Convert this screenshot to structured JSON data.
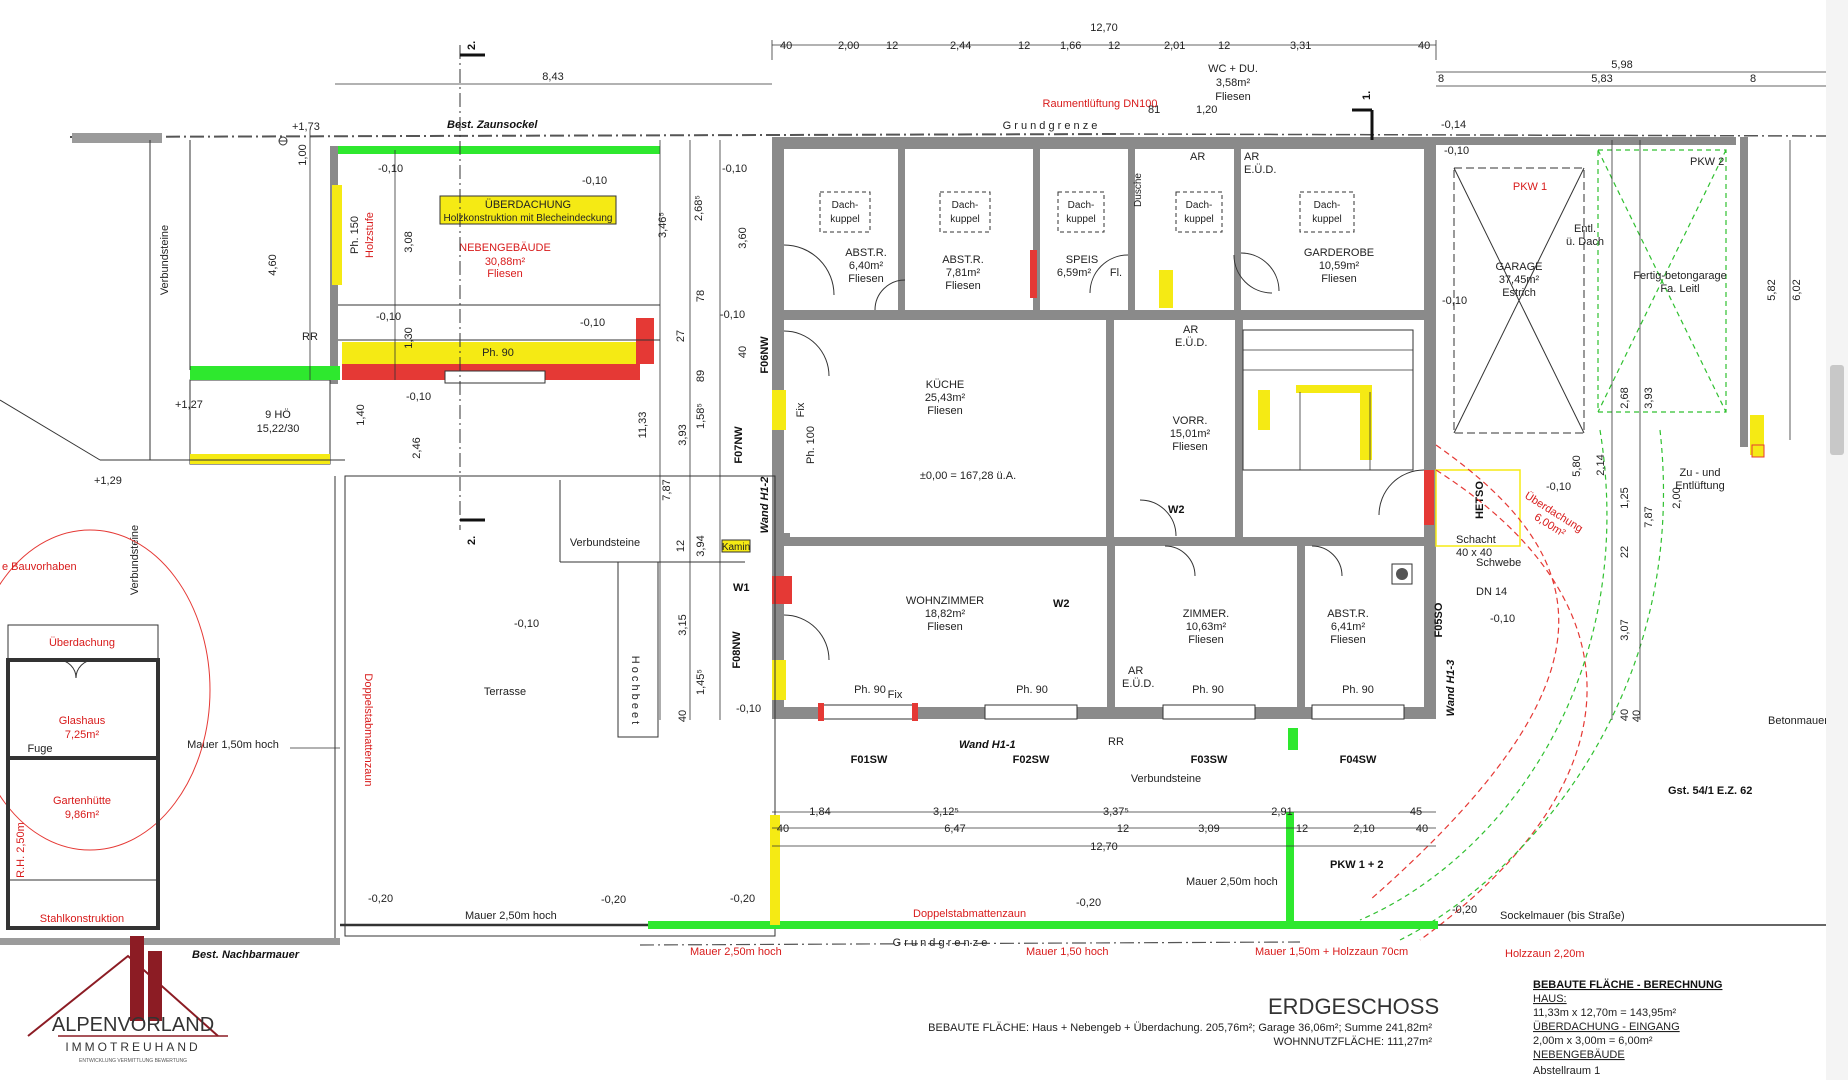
{
  "title": "ERDGESCHOSS",
  "plot": "Gst. 54/1   E.Z. 62",
  "colors": {
    "wall": "#8a8a8a",
    "red": "#e53935",
    "green": "#2ee82e",
    "yellow": "#f5ea14",
    "logo": "#8c1c24"
  },
  "dims_top": {
    "total": "12,70",
    "parts": [
      "40",
      "2,00",
      "12",
      "2,44",
      "12",
      "1,66",
      "12",
      "2,01",
      "12",
      "3,31",
      "40"
    ],
    "garage_total": "5,98",
    "garage_inner": "5,83",
    "garage_small": [
      "8",
      "8"
    ],
    "neben": "8,43",
    "wc_h": "81",
    "wc_w": "1,20"
  },
  "dims_bottom": {
    "row1": [
      "1,84",
      "3,12⁵",
      "3,37⁵",
      "2,91",
      "45"
    ],
    "row2": [
      "40",
      "6,47",
      "12",
      "3,09",
      "12",
      "2,10",
      "40"
    ],
    "total": "12,70"
  },
  "dims_left": [
    "1,00",
    "4,60",
    "3,08",
    "1,30",
    "1,40",
    "2,46",
    "11,33",
    "7,87",
    "3,93",
    "3,15",
    "3,46⁵",
    "2,68⁵",
    "3,60",
    "78",
    "27",
    "89",
    "1,58⁵",
    "12",
    "3,94",
    "1,45⁵",
    "40",
    "40"
  ],
  "dims_right": [
    "5,82",
    "6,02",
    "3,93",
    "2,68",
    "7,87",
    "1,25",
    "3,07",
    "2,14",
    "22",
    "40",
    "2,00",
    "5,80",
    "40"
  ],
  "rooms": [
    {
      "name": "ABST.R.",
      "area": "6,40m²",
      "floor": "Fliesen"
    },
    {
      "name": "ABST.R.",
      "area": "7,81m²",
      "floor": "Fliesen"
    },
    {
      "name": "SPEIS",
      "area": "6,59m²",
      "floor": "Fl."
    },
    {
      "name": "WC + DU.",
      "area": "3,58m²",
      "floor": "Fliesen"
    },
    {
      "name": "GARDEROBE",
      "area": "10,59m²",
      "floor": "Fliesen"
    },
    {
      "name": "KÜCHE",
      "area": "25,43m²",
      "floor": "Fliesen"
    },
    {
      "name": "VORR.",
      "area": "15,01m²",
      "floor": "Fliesen"
    },
    {
      "name": "WOHNZIMMER",
      "area": "18,82m²",
      "floor": "Fliesen"
    },
    {
      "name": "ZIMMER.",
      "area": "10,63m²",
      "floor": "Fliesen"
    },
    {
      "name": "ABST.R.",
      "area": "6,41m²",
      "floor": "Fliesen"
    },
    {
      "name": "GARAGE",
      "area": "37,45m²",
      "floor": "Estrich"
    },
    {
      "name": "NEBENGEBÄUDE",
      "area": "30,88m²",
      "floor": "Fliesen"
    },
    {
      "name": "Glashaus",
      "area": "7,25m²",
      "floor": ""
    },
    {
      "name": "Gartenhütte",
      "area": "9,86m²",
      "floor": ""
    }
  ],
  "labels": {
    "ueberdachung": "ÜBERDACHUNG",
    "holzkonstruktion": "Holzkonstruktion mit Blecheindeckung",
    "zaunsockel": "Best. Zaunsockel",
    "nachbarmauer": "Best. Nachbarmauer",
    "grundgrenze_top": "G r u n d g r e n z e",
    "grundgrenze_bottom": "G r u n d g r e n z e",
    "raumentlueftung": "Raumentlüftung DN100",
    "verbundsteine_1": "Verbundsteine",
    "verbundsteine_2": "Verbundsteine",
    "verbundsteine_3": "Verbundsteine",
    "verbundsteine_4": "Verbundsteine",
    "terrasse": "Terrasse",
    "hochbeet": "H o c h b e e t",
    "doppelstab_1": "Doppelstabmattenzaun",
    "doppelstab_2": "Doppelstabmattenzaun",
    "mauer_150": "Mauer 1,50m hoch",
    "mauer_250_a": "Mauer 2,50m hoch",
    "mauer_250_b": "Mauer 2,50m hoch",
    "mauer_250_c": "Mauer 2,50m hoch",
    "mauer_150_b": "Mauer 1,50 hoch",
    "mauer_holzzaun": "Mauer 1,50m + Holzzaun 70cm",
    "holzzaun": "Holzzaun 2,20m",
    "sockelmauer": "Sockelmauer (bis Straße)",
    "betonmauer": "Betonmauer",
    "fertiggarage": "Fertig-betongarage",
    "fa_leitl": "Fa. Leitl",
    "pkw1": "PKW 1",
    "pkw2": "PKW 2",
    "pkw12": "PKW 1 + 2",
    "entl_dach": "Entl.",
    "entl_dach2": "ü. Dach",
    "zu_abluft": "Zu - und",
    "zu_abluft2": "Entlüftung",
    "ueberdachung_eingang": "Überdachung",
    "ueberdachung_eingang2": "6,00m²",
    "glashaus_ueberdachung": "Überdachung",
    "fuge": "Fuge",
    "stahlkonstruktion": "Stahlkonstruktion",
    "rh": "R.H. 2,50m",
    "bauvorhaben": "e Bauvorhaben",
    "dusche": "Dusche",
    "dachkuppel": "Dach-",
    "dachkuppel2": "kuppel",
    "ar_eud": "AR",
    "ar_eud2": "E.Ü.D.",
    "kamin": "Kamin",
    "schwebe": "Schwebe",
    "dn14": "DN 14",
    "schacht": "Schacht",
    "schacht_size": "40 x 40",
    "hetso": "HETSO",
    "level": "±0,00 = 167,28 ü.A.",
    "treppe_hof": "9 HÖ",
    "treppe_hof2": "15,22/30",
    "rr": "RR",
    "w1": "W1",
    "w2": "W2",
    "wand_h11": "Wand H1-1",
    "wand_h12": "Wand H1-2",
    "wand_h13": "Wand H1-3",
    "fix": "Fix",
    "ph90": "Ph. 90",
    "ph100": "Ph. 100",
    "ph150": "Ph. 150",
    "holzstufe": "Holzstufe",
    "windows": [
      "F01SW",
      "F02SW",
      "F03SW",
      "F04SW",
      "F05SO",
      "F06NW",
      "F07NW",
      "F08NW"
    ],
    "heights": [
      "+1,73",
      "+1,27",
      "+1,29",
      "-0,10",
      "-0,10",
      "-0,10",
      "-0,10",
      "-0,10",
      "-0,10",
      "-0,10",
      "-0,10",
      "-0,14",
      "-0,10",
      "-0,10",
      "-0,10",
      "-0,20",
      "-0,20",
      "-0,20",
      "-0,20",
      "-0,20",
      "-0,10",
      "-0,10"
    ],
    "section1": "1.",
    "section2": "2."
  },
  "calc": {
    "heading": "BEBAUTE FLÄCHE - BERECHNUNG",
    "haus": "HAUS:",
    "haus_value": "11,33m x 12,70m = 143,95m²",
    "eingang": "ÜBERDACHUNG - EINGANG",
    "eingang_value": "2,00m x 3,00m = 6,00m²",
    "neben": "NEBENGEBÄUDE",
    "abst": "Abstellraum 1"
  },
  "summary": {
    "bebaut": "BEBAUTE FLÄCHE: Haus + Nebengeb + Überdachung. 205,76m²; Garage 36,06m²; Summe 241,82m²",
    "wohnnutz": "WOHNNUTZFLÄCHE: 111,27m²"
  },
  "logo": {
    "name": "ALPENVORLAND",
    "sub": "IMMOTREUHAND",
    "tagline": "ENTWICKLUNG  VERMITTLUNG  BEWERTUNG"
  }
}
